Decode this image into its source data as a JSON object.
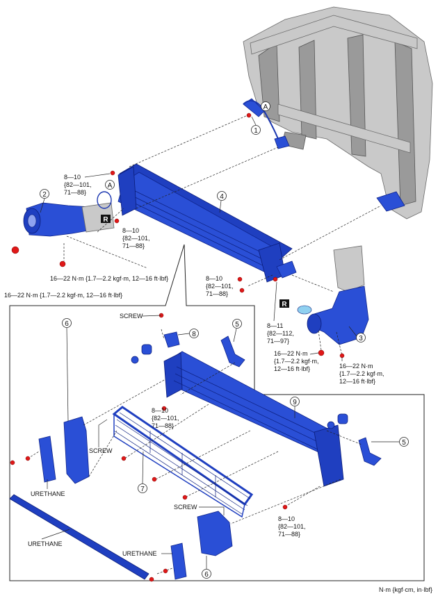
{
  "callouts": [
    "1",
    "2",
    "3",
    "4",
    "5",
    "5",
    "6",
    "6",
    "7",
    "8",
    "9",
    "A",
    "A"
  ],
  "torque_specs": {
    "t1": [
      "8—10",
      "{82—101,",
      "71—88}"
    ],
    "t2": [
      "8—10",
      "{82—101,",
      "71—88}"
    ],
    "t3": [
      "16—22 N·m {1.7—2.2 kgf·m, 12—16 ft·lbf}"
    ],
    "t4": [
      "16—22 N·m {1.7—2.2 kgf·m, 12—16 ft·lbf}"
    ],
    "t5": [
      "8—10",
      "{82—101,",
      "71—88}"
    ],
    "t6": [
      "8—11",
      "{82—112,",
      "71—97}"
    ],
    "t7": [
      "16—22 N·m",
      "{1.7—2.2 kgf·m,",
      "12—16 ft·lbf}"
    ],
    "t8": [
      "16—22 N·m",
      "{1.7—2.2 kgf·m,",
      "12—16 ft·lbf}"
    ],
    "t9": [
      "8—10",
      "{82—101,",
      "71—88}"
    ],
    "t10": [
      "8—10",
      "{82—101,",
      "71—88}"
    ]
  },
  "labels": {
    "screw_top": "SCREW",
    "screw_left": "SCREW",
    "screw_bottom": "SCREW",
    "urethane_left": "URETHANE",
    "urethane_long": "URETHANE",
    "urethane_bottom": "URETHANE",
    "r_mark": "R",
    "units": "N·m {kgf·cm, in·lbf}"
  }
}
